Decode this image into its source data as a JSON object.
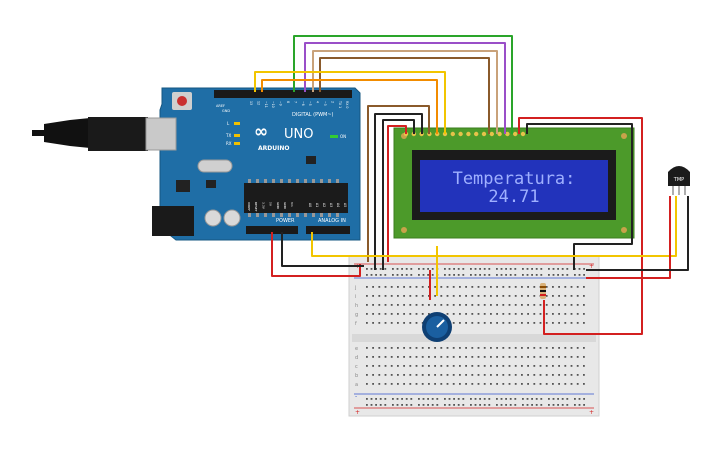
{
  "arduino": {
    "brand": "ARDUINO",
    "model": "UNO",
    "digital_label": "DIGITAL (PWM~)",
    "power_label": "POWER",
    "analog_label": "ANALOG IN",
    "on_label": "ON",
    "tx_label": "TX",
    "rx_label": "RX",
    "l_label": "L",
    "aref_label": "AREF",
    "gnd_label": "GND",
    "digital_pins": [
      "13",
      "12",
      "~11",
      "~10",
      "~9",
      "8",
      "7",
      "~6",
      "~5",
      "4",
      "~3",
      "2",
      "TX 1",
      "RX 0"
    ],
    "power_pins": [
      "IOREF",
      "RESET",
      "3.3V",
      "5V",
      "GND",
      "GND",
      "Vin"
    ],
    "analog_pins": [
      "A0",
      "A1",
      "A2",
      "A3",
      "A4",
      "A5"
    ]
  },
  "lcd": {
    "line1": "Temperatura:",
    "line2": "24.71",
    "screen_color": "#2233bb",
    "text_color": "#9fb0ff"
  },
  "sensor": {
    "label": "TMP"
  },
  "breadboard": {
    "row_letters_top": [
      "j",
      "i",
      "h",
      "g",
      "f"
    ],
    "row_letters_bottom": [
      "e",
      "d",
      "c",
      "b",
      "a"
    ],
    "rail_plus": "+",
    "rail_minus": "-"
  },
  "colors": {
    "board": "#1f6ea6",
    "pcb_green": "#4c9a2a",
    "wire_red": "#d32020",
    "wire_black": "#222222",
    "wire_yellow": "#f2c500",
    "wire_brown": "#8a5a2b",
    "wire_orange": "#f28c00",
    "wire_green": "#2aa52a",
    "wire_purple": "#9a4fc8",
    "wire_tan": "#b08050",
    "knob": "#1a5fa0"
  }
}
